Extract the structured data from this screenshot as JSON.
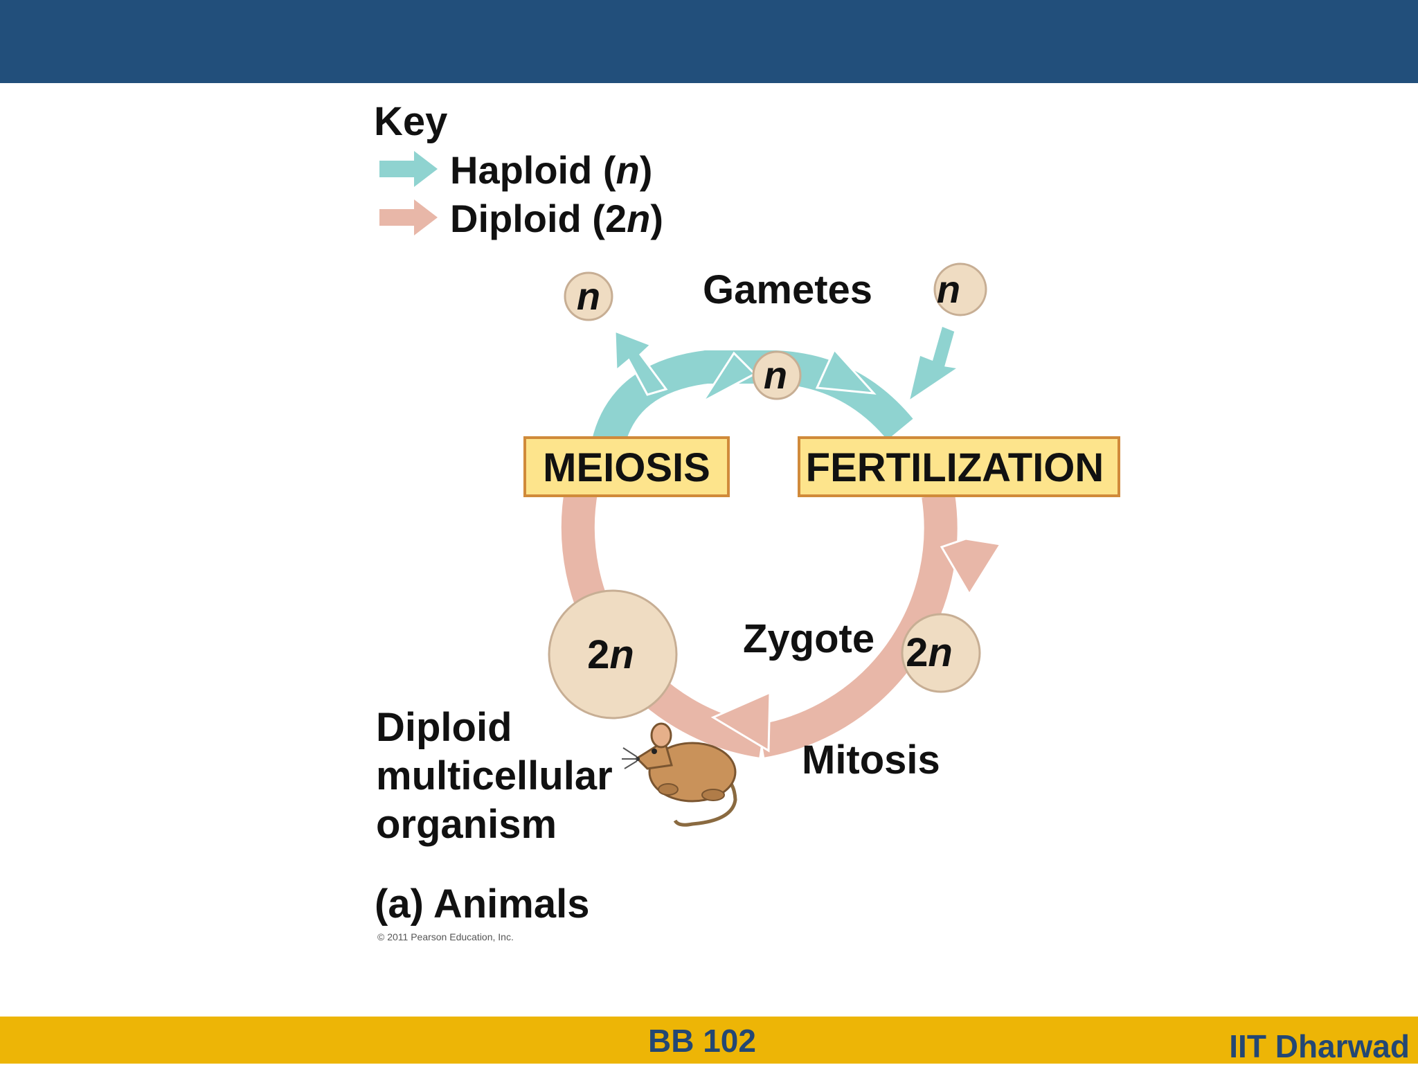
{
  "key": {
    "title": "Key",
    "items": [
      {
        "word": "Haploid (",
        "symbol": "n",
        "close": ")",
        "color": "#8fd3d0"
      },
      {
        "word": "Diploid (2",
        "symbol": "n",
        "close": ")",
        "color": "#e8b7a8"
      }
    ]
  },
  "cycle": {
    "gametes_label": "Gametes",
    "meiosis_label": "MEIOSIS",
    "fertilization_label": "FERTILIZATION",
    "zygote_label": "Zygote",
    "mitosis_label": "Mitosis",
    "haploid_symbol": "n",
    "diploid_prefix": "2",
    "diploid_symbol": "n",
    "organism_lines": [
      "Diploid",
      "multicellular",
      "organism"
    ],
    "panel_label": "(a) Animals",
    "copyright": "© 2011 Pearson Education, Inc."
  },
  "colors": {
    "haploid": "#8fd3d0",
    "diploid": "#e8b7a8",
    "cell_fill": "#efdcc2",
    "process_box_fill": "#fde48c",
    "process_box_border": "#d08a3a",
    "header_bar": "#224f7b",
    "footer_bar": "#edb506",
    "footer_text": "#234774"
  },
  "footer": {
    "course": "BB 102",
    "institute": "IIT Dharwad"
  }
}
